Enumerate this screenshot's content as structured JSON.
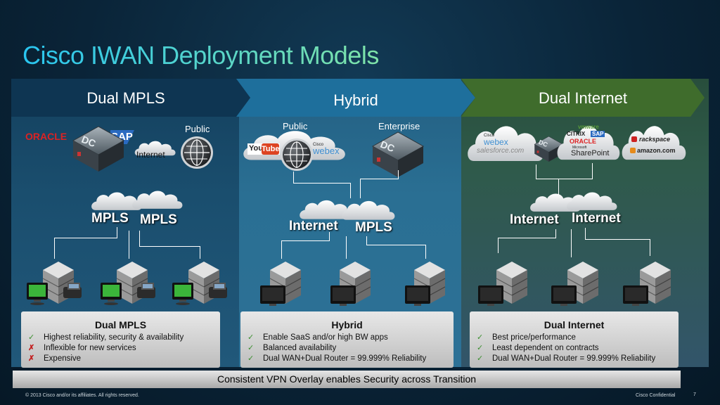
{
  "title": "Cisco IWAN Deployment Models",
  "columns": [
    {
      "heading": "Dual MPLS",
      "cloud_labels": [
        "MPLS",
        "MPLS"
      ],
      "top_labels": {
        "public": "Public",
        "internet": "Internet",
        "dc": "DC"
      },
      "logos": {
        "oracle": "ORACLE",
        "sap": "SAP"
      },
      "card": {
        "title": "Dual MPLS",
        "items": [
          {
            "mark": "✓",
            "kind": "check",
            "text": "Highest reliability, security & availability"
          },
          {
            "mark": "✗",
            "kind": "cross",
            "text": "Inflexible for new services"
          },
          {
            "mark": "✗",
            "kind": "cross",
            "text": "Expensive"
          }
        ]
      }
    },
    {
      "heading": "Hybrid",
      "cloud_labels": [
        "Internet",
        "MPLS"
      ],
      "top_labels": {
        "public": "Public",
        "enterprise": "Enterprise",
        "dc": "DC"
      },
      "logos": {
        "you": "You",
        "tube": "Tube",
        "cisco": "Cisco",
        "webex": "webex"
      },
      "card": {
        "title": "Hybrid",
        "items": [
          {
            "mark": "✓",
            "kind": "check",
            "text": "Enable SaaS and/or high BW apps"
          },
          {
            "mark": "✓",
            "kind": "check",
            "text": "Balanced availability"
          },
          {
            "mark": "✓",
            "kind": "check",
            "text": "Dual WAN+Dual Router = 99.999% Reliability"
          }
        ]
      }
    },
    {
      "heading": "Dual Internet",
      "cloud_labels": [
        "Internet",
        "Internet"
      ],
      "top_labels": {
        "dc": "DC"
      },
      "logos": {
        "cisco": "Cisco",
        "webex": "webex",
        "salesforce": "salesforce.com",
        "vmware": "vmware",
        "citrix": "CITRIX",
        "sap": "SAP",
        "oracle": "ORACLE",
        "microsoft": "Microsoft",
        "sharepoint": "SharePoint",
        "rackspace": "rackspace",
        "amazon": "amazon.com"
      },
      "card": {
        "title": "Dual Internet",
        "items": [
          {
            "mark": "✓",
            "kind": "check",
            "text": "Best price/performance"
          },
          {
            "mark": "✓",
            "kind": "check",
            "text": "Least dependent on contracts"
          },
          {
            "mark": "✓",
            "kind": "check",
            "text": "Dual WAN+Dual Router = 99.999% Reliability"
          }
        ]
      }
    }
  ],
  "bottom_bar": "Consistent VPN Overlay enables Security across Transition",
  "footer": {
    "copyright": "© 2013 Cisco and/or its affiliates. All rights reserved.",
    "confidential": "Cisco Confidential",
    "page": "7"
  },
  "colors": {
    "title_start": "#29c5f0",
    "title_end": "#7fe3a8",
    "banner_blue": "#0e3552",
    "banner_hybrid": "#1e6f9c",
    "banner_green": "#3f6c2c"
  }
}
